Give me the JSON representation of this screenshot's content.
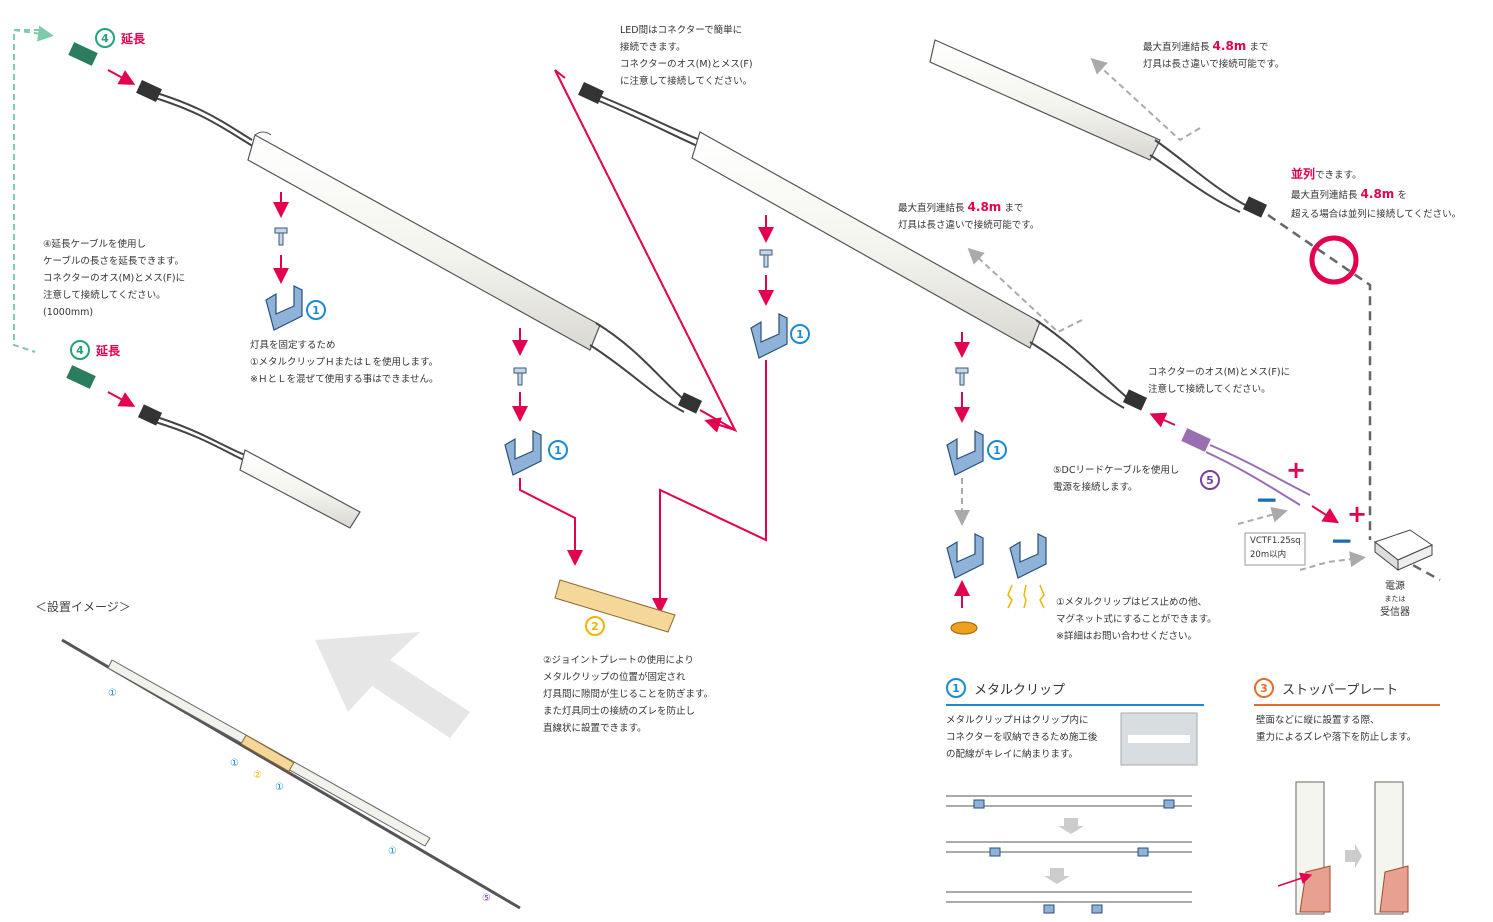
{
  "colors": {
    "accent": "#e3004f",
    "clip": "#1b8ad0",
    "plate": "#f0b400",
    "ext": "#22a37a",
    "dc": "#7b3fa0",
    "stopper": "#e46d2b"
  },
  "ext_label_top": {
    "num": "4",
    "text": "延長"
  },
  "ext_label_bottom": {
    "num": "4",
    "text": "延長"
  },
  "ext_note": "④延長ケーブルを使用し\nケーブルの長さを延長できます。\nコネクターのオス(M)とメス(F)に\n注意して接続してください。\n(1000mm)",
  "fix_note": "灯具を固定するため\n①メタルクリップＨまたはＬを使用します。\n※ＨとＬを混ぜて使用する事はできません。",
  "led_conn_note": "LED間はコネクターで簡単に\n接続できます。\nコネクターのオス(M)とメス(F)\nに注意して接続してください。",
  "max_len_top": {
    "pre": "最大直列連結長 ",
    "val": "4.8m",
    "post": " まで",
    "line2": "灯具は長さ違いで接続可能です。"
  },
  "max_len_mid": {
    "pre": "最大直列連結長 ",
    "val": "4.8m",
    "post": " まで",
    "line2": "灯具は長さ違いで接続可能です。"
  },
  "parallel_note": {
    "word": "並列",
    "rest": "できます。",
    "line2pre": "最大直列連結長 ",
    "val": "4.8m",
    "line2post": " を",
    "line3": "超える場合は並列に接続してください。"
  },
  "conn_note": "コネクターのオス(M)とメス(F)に\n注意して接続してください。",
  "dc_note": "⑤DCリードケーブルを使用し\n電源を接続します。",
  "dc_num": "5",
  "vctf": "VCTF1.25sq\n20m以内",
  "power": {
    "l1": "電源",
    "l2": "または",
    "l3": "受信器"
  },
  "magnet_note": "①メタルクリップはビス止めの他、\nマグネット式にすることができます。\n※詳細はお問い合わせください。",
  "plate_num": "2",
  "plate_note": "②ジョイントプレートの使用により\nメタルクリップの位置が固定され\n灯具間に隙間が生じることを防ぎます。\nまた灯具同士の接続のズレを防止し\n直線状に設置できます。",
  "install_title": "＜設置イメージ＞",
  "install_labels": [
    "①",
    "①",
    "②",
    "①",
    "①",
    "⑤"
  ],
  "clip_nums": [
    "1",
    "1",
    "1",
    "1"
  ],
  "sec_clip": {
    "num": "1",
    "title": "メタルクリップ",
    "text": "メタルクリップＨはクリップ内に\nコネクターを収納できるため施工後\nの配線がキレイに納まります。"
  },
  "sec_stopper": {
    "num": "3",
    "title": "ストッパープレート",
    "text": "壁面などに縦に設置する際、\n重力によるズレや落下を防止します。"
  },
  "plus": "+",
  "minus": "−"
}
